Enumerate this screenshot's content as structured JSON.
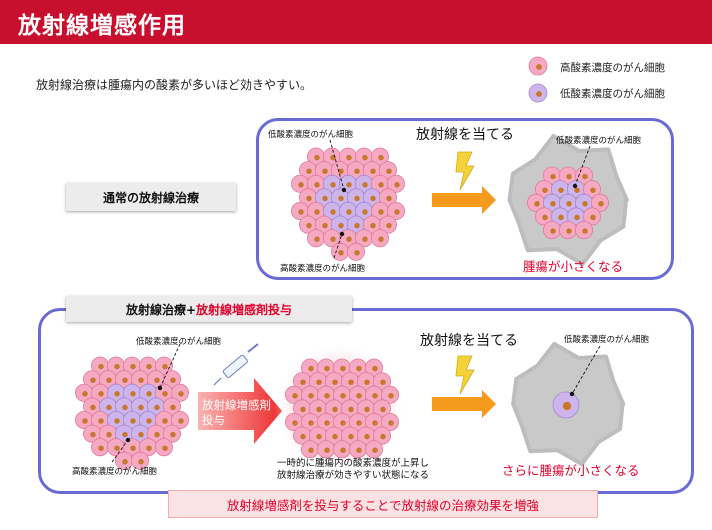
{
  "title": "放射線増感作用",
  "intro": "放射線治療は腫瘍内の酸素が多いほど効きやすい。",
  "legend": {
    "high_label": "高酸素濃度のがん細胞",
    "low_label": "低酸素濃度のがん細胞"
  },
  "panel1": {
    "tag": "通常の放射線治療",
    "low_label": "低酸素濃度のがん細胞",
    "high_label": "高酸素濃度のがん細胞",
    "radiation_label": "放射線を当てる",
    "after_low_label": "低酸素濃度のがん細胞",
    "result": "腫瘍が小さくなる"
  },
  "panel2": {
    "tag_part1": "放射線治療+",
    "tag_part2": "放射線増感剤投与",
    "low_label": "低酸素濃度のがん細胞",
    "high_label": "高酸素濃度のがん細胞",
    "drug_arrow_line1": "放射線増感剤",
    "drug_arrow_line2": "投与",
    "note_line1": "一時的に腫瘍内の酸素濃度が上昇し",
    "note_line2": "放射線治療が効きやすい状態になる",
    "radiation_label": "放射線を当てる",
    "after_low_label": "低酸素濃度のがん細胞",
    "result": "さらに腫瘍が小さくなる"
  },
  "footer": "放射線増感剤を投与することで放射線の治療効果を増強",
  "colors": {
    "header": "#c8102e",
    "accent_red": "#e3002b",
    "panel_border": "#6a6ad4",
    "high_cell": "#f6a9c3",
    "low_cell": "#cdb5ec",
    "nucleus": "#c8782a",
    "arrow_orange": "#f59a1c",
    "bolt": "#f3d23a"
  }
}
